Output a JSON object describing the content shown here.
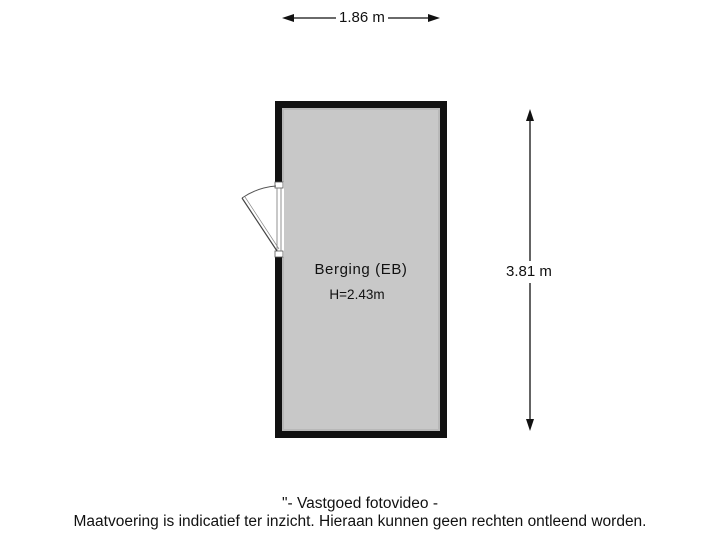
{
  "dimensions": {
    "width_label": "1.86 m",
    "height_label": "3.81 m"
  },
  "room": {
    "name": "Berging (EB)",
    "ceiling_height": "H=2.43m"
  },
  "footer": {
    "line1": "\"- Vastgoed fotovideo -",
    "line2": "Maatvoering is indicatief ter inzicht. Hieraan kunnen geen rechten ontleend worden."
  },
  "colors": {
    "wall": "#111111",
    "floor": "#c8c8c8",
    "floor_edge": "#b8b8b8",
    "dimension_line": "#111111"
  }
}
